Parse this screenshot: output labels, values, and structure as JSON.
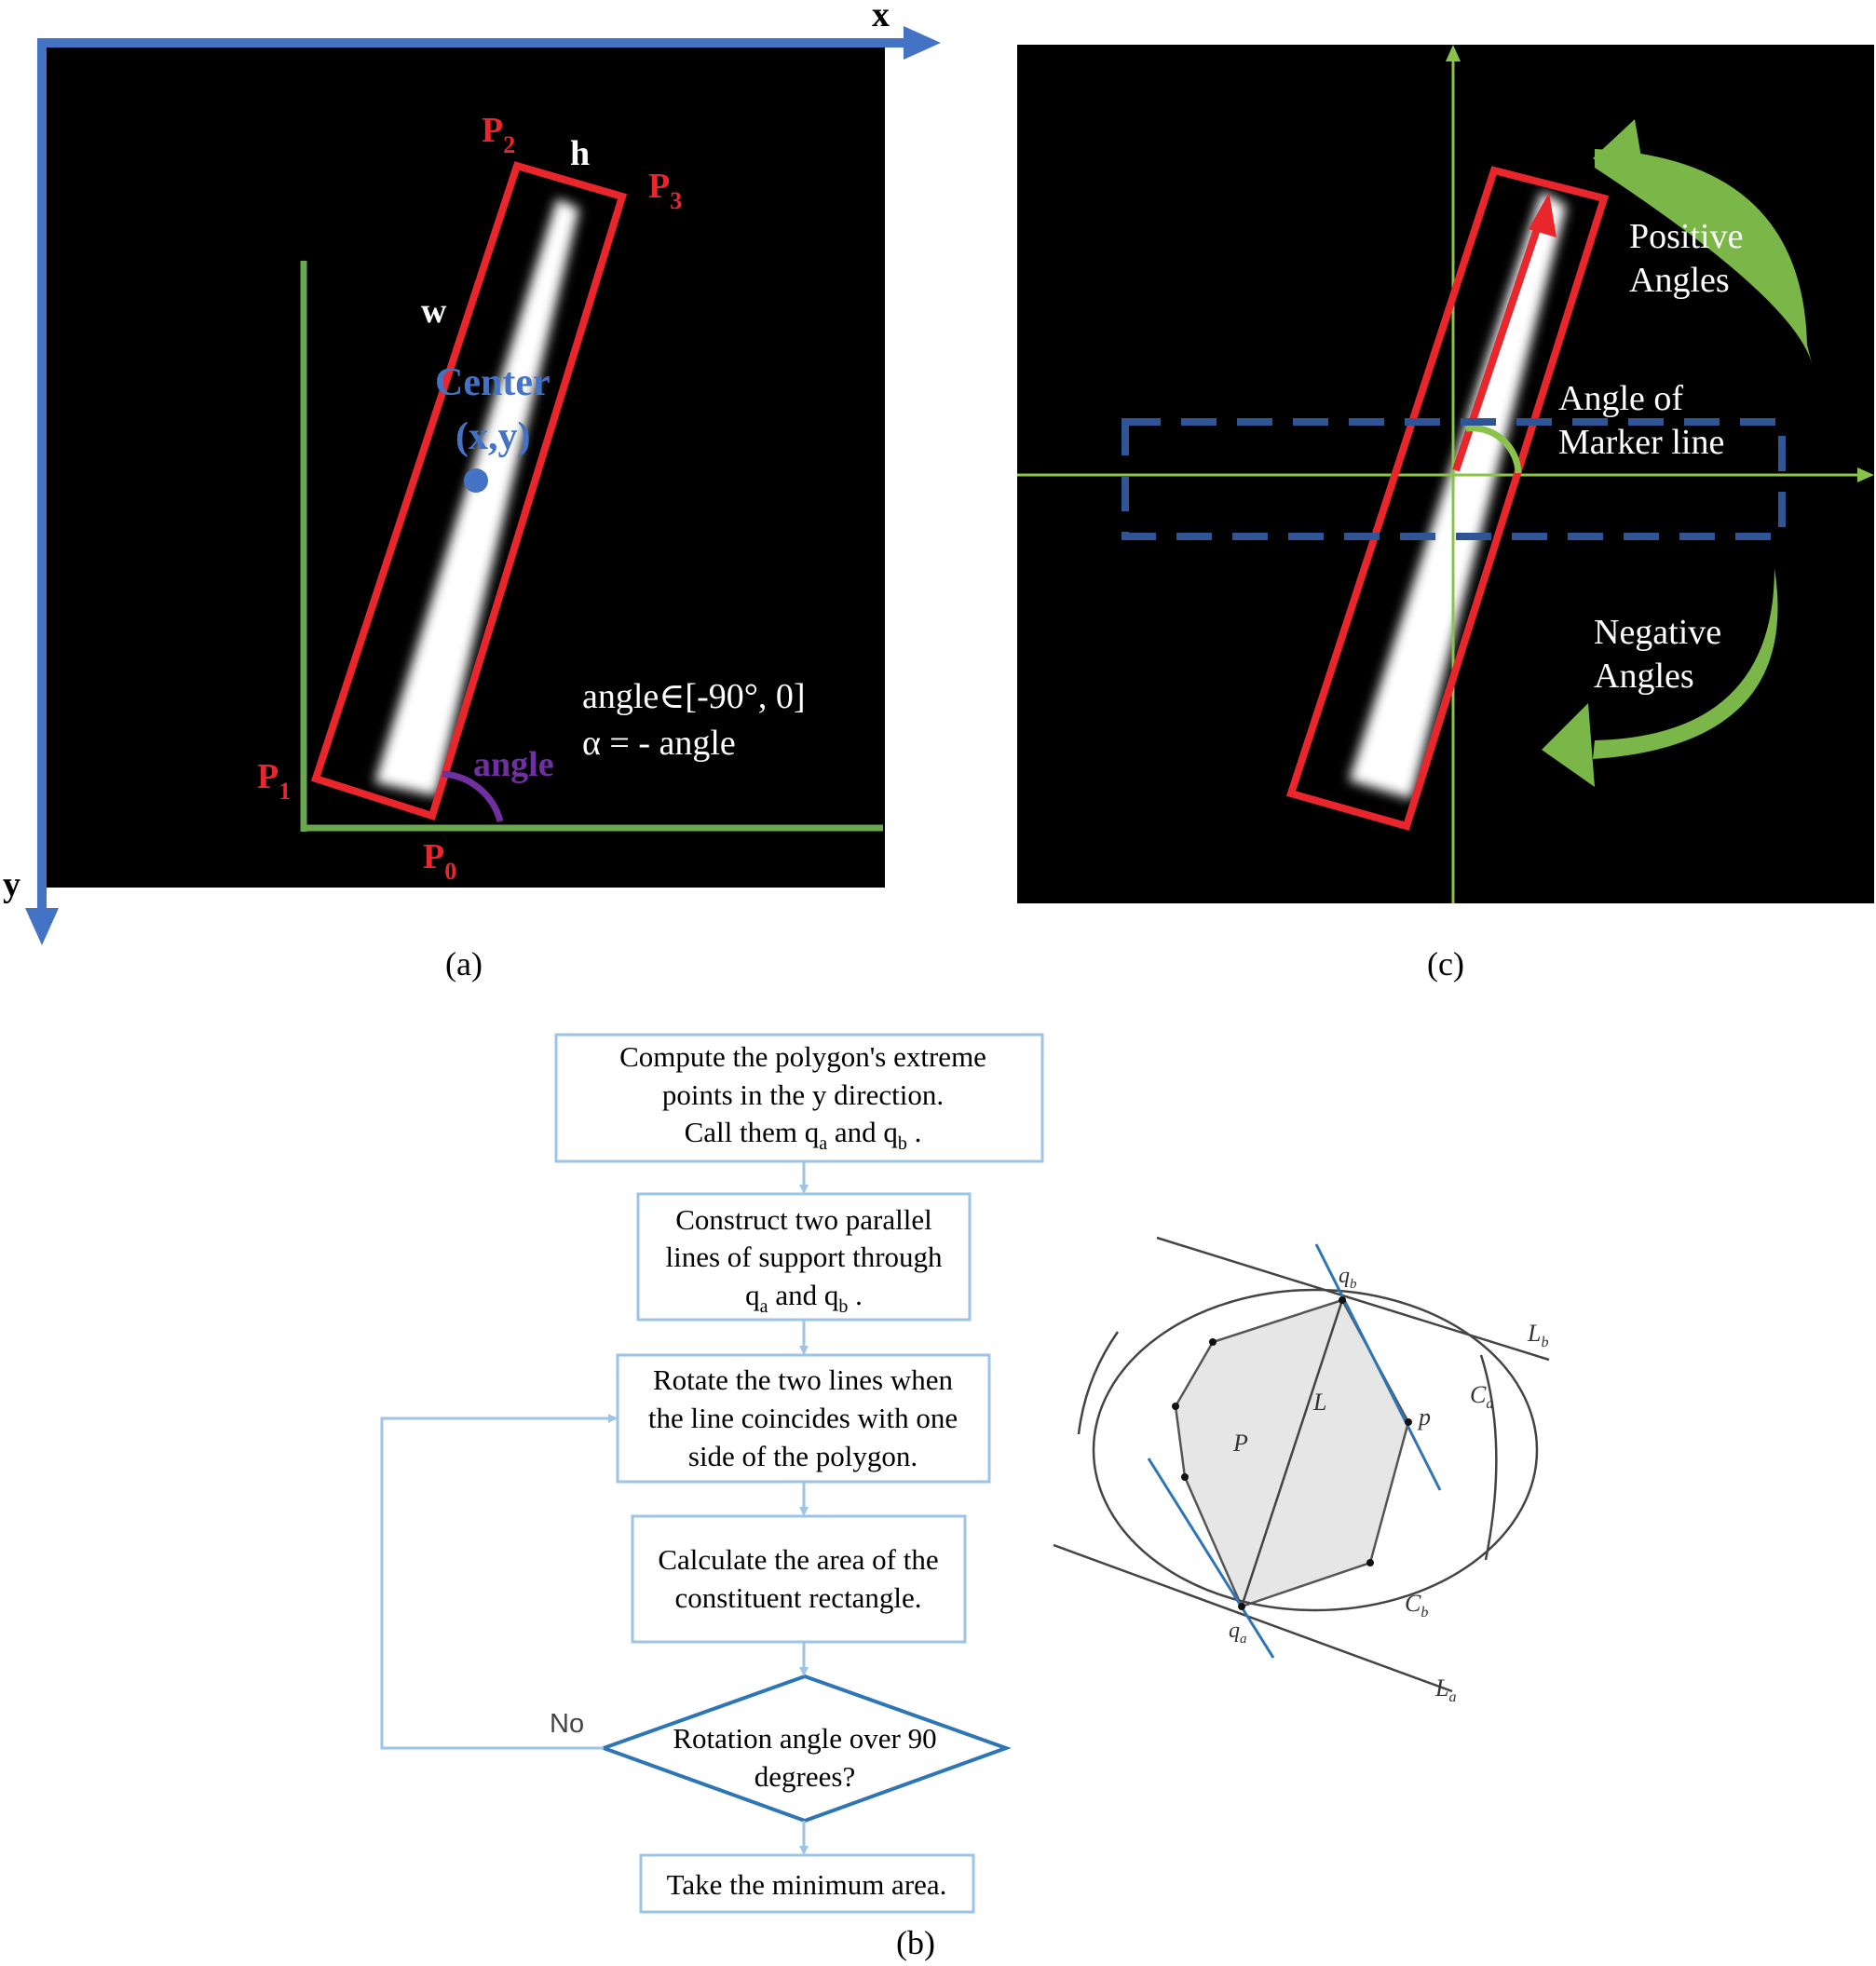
{
  "panel_a": {
    "label": "(a)",
    "x_axis": "x",
    "y_axis": "y",
    "p0": "P",
    "p0_sub": "0",
    "p1": "P",
    "p1_sub": "1",
    "p2": "P",
    "p2_sub": "2",
    "p3": "P",
    "p3_sub": "3",
    "h": "h",
    "w": "w",
    "center_line1": "Center",
    "center_line2": "(x,y)",
    "angle": "angle",
    "range_text": "angle∈[-90°,   0]",
    "alpha_text": "α = - angle",
    "colors": {
      "axis": "#4472c4",
      "box": "#e8262b",
      "ground": "#6aa84f",
      "center": "#4472c4",
      "angle_arc": "#7030a0"
    }
  },
  "panel_c": {
    "label": "(c)",
    "positive_line1": "Positive",
    "positive_line2": "Angles",
    "negative_line1": "Negative",
    "negative_line2": "Angles",
    "marker_line1": "Angle of",
    "marker_line2": "Marker line",
    "colors": {
      "axes": "#8bc34a",
      "box": "#e8262b",
      "dashed": "#2f5597",
      "arrows": "#7ab648"
    }
  },
  "panel_b": {
    "label": "(b)",
    "flow": {
      "step1_line1": "Compute the polygon's extreme",
      "step1_line2": "points in the  y  direction.",
      "step1_line3a": "Call them  q",
      "step1_line3a_sub": "a",
      "step1_line3b": "  and  q",
      "step1_line3b_sub": "b",
      "step1_line3c": " .",
      "step2_line1": "Construct two parallel",
      "step2_line2": "lines of support through",
      "step2_line3a": "q",
      "step2_line3a_sub": "a",
      "step2_line3b": "  and  q",
      "step2_line3b_sub": "b",
      "step2_line3c": " .",
      "step3_line1": "Rotate the two lines when",
      "step3_line2": "the line coincides with one",
      "step3_line3": "side of the polygon.",
      "step4_line1": "Calculate the area of the",
      "step4_line2": "constituent rectangle.",
      "decision_line1": "Rotation angle over 90",
      "decision_line2": "degrees?",
      "no_label": "No",
      "step5": "Take the minimum area.",
      "colors": {
        "box": "#9dc3e6",
        "decision": "#2e75b6"
      }
    },
    "geometry": {
      "qb": "q",
      "qb_sub": "b",
      "qa": "q",
      "qa_sub": "a",
      "Lb": "L",
      "Lb_sub": "b",
      "La": "L",
      "La_sub": "a",
      "Ca": "C",
      "Ca_sub": "a",
      "Cb": "C",
      "Cb_sub": "b",
      "L": "L",
      "P": "P",
      "p": "p",
      "colors": {
        "polygon_fill": "#e6e6e6",
        "support_line": "#2e75b6"
      }
    }
  }
}
